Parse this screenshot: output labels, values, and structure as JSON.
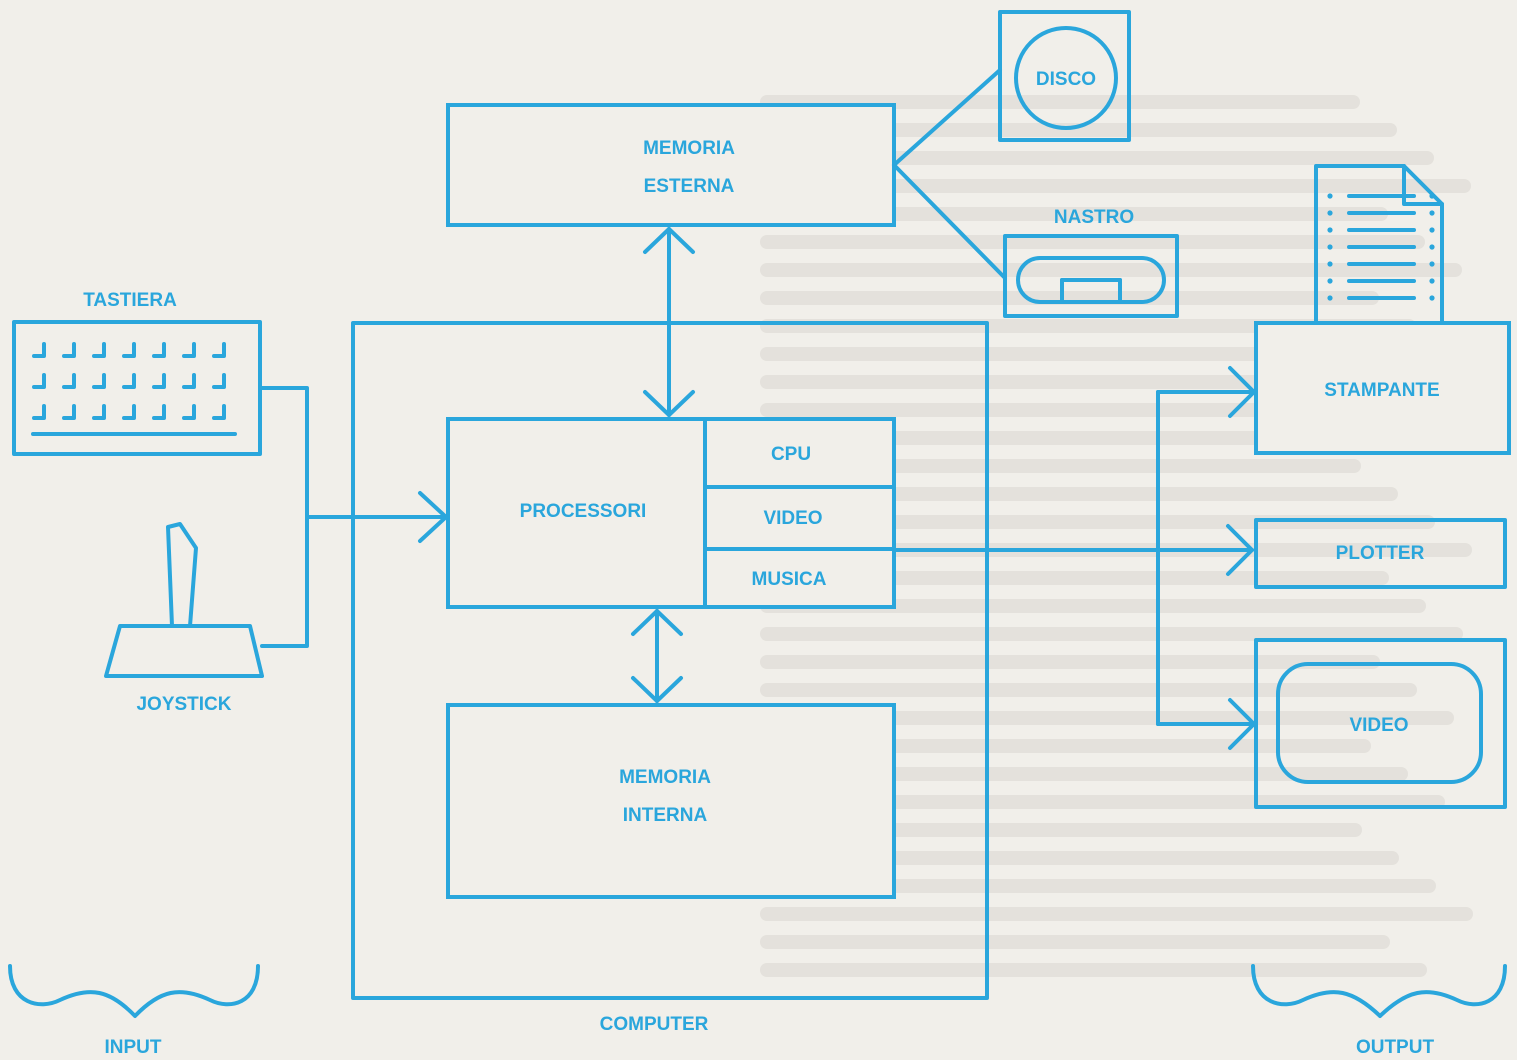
{
  "colors": {
    "accent": "#2aa6dc",
    "background": "#f1efea"
  },
  "labels": {
    "memoria_esterna_1": "MEMORIA",
    "memoria_esterna_2": "ESTERNA",
    "disco": "DISCO",
    "nastro": "NASTRO",
    "tastiera": "TASTIERA",
    "joystick": "JOYSTICK",
    "processori": "PROCESSORI",
    "cpu": "CPU",
    "video_unit": "VIDEO",
    "musica": "MUSICA",
    "memoria_interna_1": "MEMORIA",
    "memoria_interna_2": "INTERNA",
    "computer": "COMPUTER",
    "input": "INPUT",
    "output": "OUTPUT",
    "stampante": "STAMPANTE",
    "plotter": "PLOTTER",
    "video_out": "VIDEO"
  },
  "icons": {
    "keyboard": "keyboard-icon",
    "joystick": "joystick-icon",
    "disk": "disk-icon",
    "tape": "tape-icon",
    "printer_paper": "paper-sheet-icon",
    "input_brace": "brace-icon",
    "output_brace": "brace-icon"
  }
}
